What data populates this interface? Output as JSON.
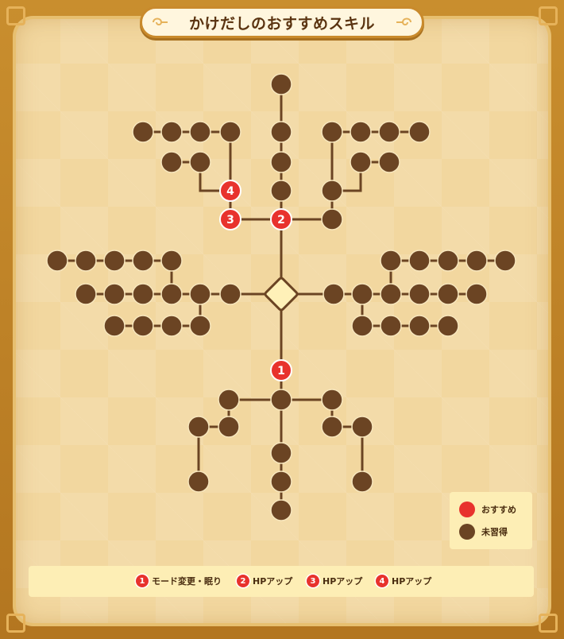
{
  "header": {
    "title": "かけだしのおすすめスキル"
  },
  "colors": {
    "recommended": "#e8322d",
    "unlearned": "#6b4423",
    "connector": "#6b4423",
    "center": "#fff1b8"
  },
  "tree": {
    "center_icon": "diamond-icon",
    "recommended_labels": [
      "1",
      "2",
      "3",
      "4"
    ]
  },
  "legend": {
    "items": [
      {
        "label": "おすすめ",
        "color": "#e8322d"
      },
      {
        "label": "未習得",
        "color": "#6b4423"
      }
    ]
  },
  "steps": [
    {
      "num": "1",
      "label": "モード変更・眠り"
    },
    {
      "num": "2",
      "label": "HPアップ"
    },
    {
      "num": "3",
      "label": "HPアップ"
    },
    {
      "num": "4",
      "label": "HPアップ"
    }
  ]
}
